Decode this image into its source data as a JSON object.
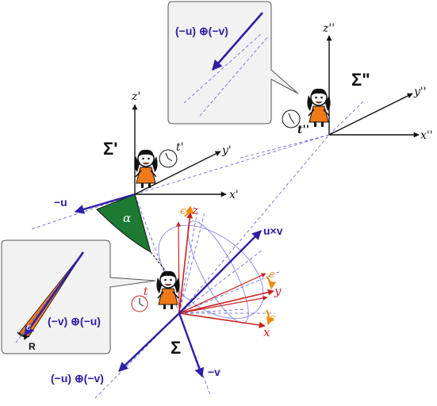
{
  "frames": {
    "sigma": "Σ",
    "sigma_prime": "Σ'",
    "sigma_double_prime": "Σ\""
  },
  "axes": {
    "x": "x",
    "y": "y",
    "z": "z",
    "x_prime": "x'",
    "y_prime": "y'",
    "z_prime": "z'",
    "x_double_prime": "x''",
    "y_double_prime": "y''",
    "z_double_prime": "z''"
  },
  "clocks": {
    "t": "t",
    "t_prime": "t'",
    "t_double_prime": "t''"
  },
  "vectors": {
    "minus_u": "−u",
    "minus_v": "−v",
    "u_cross_v": "u×v",
    "minus_u_oplus_minus_v": "(−u) ⊕(−v)"
  },
  "angles": {
    "alpha": "α",
    "epsilon": "ϵ"
  },
  "callouts": {
    "top_label": "(−u) ⊕(−v)",
    "left_label": "(−v) ⊕(−u)",
    "left_epsilon": "ϵ",
    "rotation_label": "R"
  },
  "colors": {
    "vector_blue": "#2e1fa6",
    "axis_red": "#cc1f1f",
    "epsilon_orange": "#f08a00",
    "alpha_green": "#1d7a32",
    "guide_blue": "#5b5bd6",
    "girl_dress": "#f07a18"
  }
}
